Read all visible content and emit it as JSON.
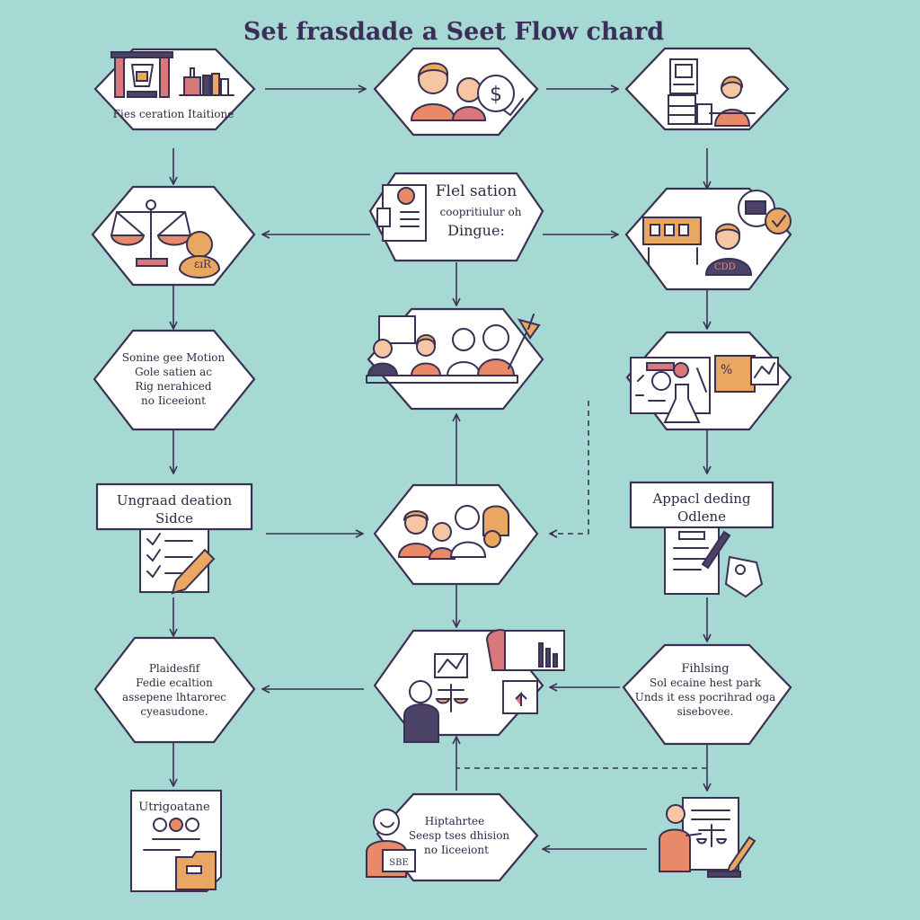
{
  "title": "Set frasdade a Seet Flow chard",
  "nodes": {
    "n1_label": "Fies ceration Itaitione",
    "n5_title": "Flel sation",
    "n5_line2": "coopritiulur oh",
    "n5_line3": "Dingue:",
    "n7_line1": "Sonine gee Motion",
    "n7_line2": "Gole satien ac",
    "n7_line3": "Rig nerahiced",
    "n7_line4": "no Iiceeiont",
    "n10_line1": "Ungraad deation",
    "n10_line2": "Sidce",
    "n12_line1": "Appacl deding",
    "n12_line2": "Odlene",
    "n13_line1": "Plaidesfif",
    "n13_line2": "Fedie ecaltion",
    "n13_line3": "assepene lhtarorec",
    "n13_line4": "cyeasudone.",
    "n15_line1": "Fihlsing",
    "n15_line2": "Sol ecaine hest park",
    "n15_line3": "Unds it ess pocrihrad oga",
    "n15_line4": "sisebovee.",
    "n16_label": "Utrigoatane",
    "n17_line1": "Hiptahrtee",
    "n17_line2": "Seesp tses dhision",
    "n17_line3": "no Iiceeiont",
    "n17_sign": "SBE"
  },
  "icons": [
    "pillars-icon",
    "people-icon",
    "dollar-check-icon",
    "office-desk-icon",
    "justice-scale-icon",
    "document-icon",
    "team-icon",
    "lamp-icon",
    "chart-lab-icon",
    "checklist-icon",
    "pencil-icon",
    "clipboard-icon",
    "tag-icon",
    "family-icon",
    "analyst-icon",
    "podium-icon",
    "user-sign-icon",
    "presenter-icon",
    "folder-icon"
  ],
  "colors": {
    "background": "#a6d9d3",
    "accent_orange": "#e88a6a",
    "accent_tan": "#eaa761",
    "ink": "#3a3152"
  }
}
